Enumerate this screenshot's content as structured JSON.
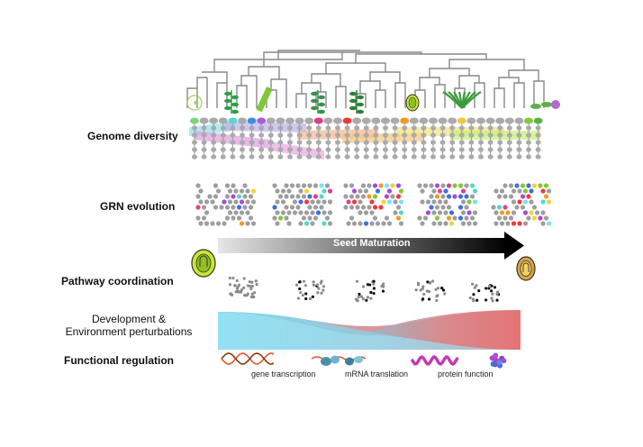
{
  "rows": {
    "genome_diversity": "Genome diversity",
    "grn_evolution": "GRN evolution",
    "pathway_coordination": "Pathway coordination",
    "dev_env_line1": "Development &",
    "dev_env_line2": "Environment perturbations",
    "functional_regulation": "Functional regulation"
  },
  "arrow_label": "Seed Maturation",
  "regulation_labels": {
    "transcription": "gene transcription",
    "translation": "mRNA translation",
    "protein": "protein function"
  },
  "colors": {
    "arrow_start": "#e6e6e6",
    "arrow_end": "#000000",
    "development_band": "#7fdcf2",
    "environment_band": "#e8787a",
    "tree": "#888888"
  }
}
